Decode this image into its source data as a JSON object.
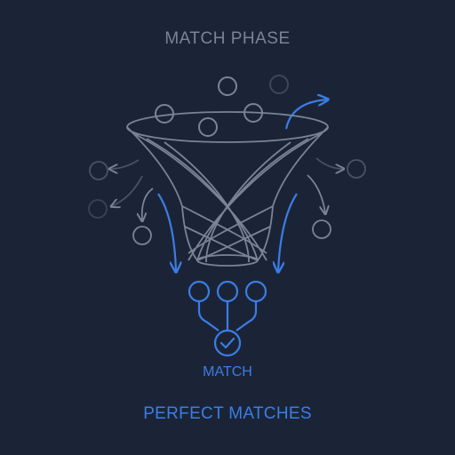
{
  "title": "MATCH PHASE",
  "match_label": "MATCH",
  "bottom_label": "PERFECT MATCHES",
  "colors": {
    "background": "#1b2437",
    "line_gray": "#7a8496",
    "line_dim": "#4a5366",
    "accent_blue": "#3b7de6"
  },
  "icons": {
    "funnel": "funnel-icon",
    "check": "checkmark-icon"
  }
}
